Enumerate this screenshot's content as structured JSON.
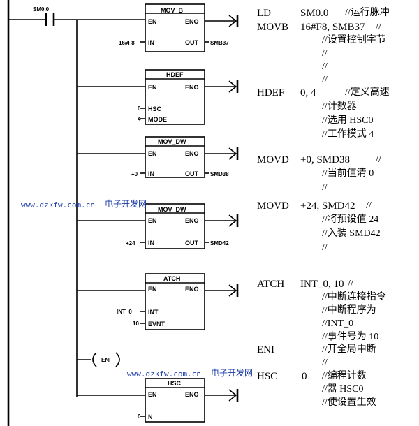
{
  "contact": {
    "label": "SM0.0"
  },
  "coil": {
    "label": "ENI"
  },
  "blocks": [
    {
      "title": "MOV_B",
      "in1": "IN",
      "in2": "",
      "out_label": "OUT",
      "left1": "16#F8",
      "left2": "",
      "right": "SMB37"
    },
    {
      "title": "HDEF",
      "in1": "HSC",
      "in2": "MODE",
      "out_label": "",
      "left1": "0",
      "left2": "4",
      "right": ""
    },
    {
      "title": "MOV_DW",
      "in1": "IN",
      "in2": "",
      "out_label": "OUT",
      "left1": "+0",
      "left2": "",
      "right": "SMD38"
    },
    {
      "title": "MOV_DW",
      "in1": "IN",
      "in2": "",
      "out_label": "OUT",
      "left1": "+24",
      "left2": "",
      "right": "SMD42"
    },
    {
      "title": "ATCH",
      "in1": "INT",
      "in2": "EVNT",
      "out_label": "",
      "left1": "INT_0",
      "left2": "10",
      "right": ""
    },
    {
      "title": "HSC",
      "in1": "N",
      "in2": "",
      "out_label": "",
      "left1": "0",
      "left2": "",
      "right": ""
    }
  ],
  "pins": {
    "en": "EN",
    "eno": "ENO"
  },
  "listing": [
    {
      "mnemonic": "LD",
      "operand": "SM0.0",
      "comments": [
        "//运行脉冲"
      ]
    },
    {
      "mnemonic": "MOVB",
      "operand": "16#F8, SMB37",
      "comments": [
        "//",
        "//设置控制字节",
        "//",
        "//",
        "//"
      ]
    },
    {
      "mnemonic": "HDEF",
      "operand": "0, 4",
      "comments": [
        "//定义高速",
        "//计数器",
        "//选用 HSC0",
        "//工作模式 4"
      ]
    },
    {
      "mnemonic": "MOVD",
      "operand": "+0, SMD38",
      "comments": [
        "//",
        "//当前值清 0",
        "//"
      ]
    },
    {
      "mnemonic": "MOVD",
      "operand": "+24, SMD42",
      "comments": [
        "//",
        "//将预设值 24",
        "//入装 SMD42",
        "//"
      ]
    },
    {
      "mnemonic": "ATCH",
      "operand": "INT_0, 10",
      "comments": [
        "//",
        "//中断连接指令",
        "//中断程序为",
        "//INT_0",
        "//事件号为 10"
      ]
    },
    {
      "mnemonic": "ENI",
      "operand": "",
      "comments": [
        "//开全局中断",
        "//"
      ]
    },
    {
      "mnemonic": "HSC",
      "operand": "0",
      "comments": [
        "//编程计数",
        "//器 HSC0",
        "//使设置生效"
      ]
    }
  ],
  "watermarks": [
    {
      "url": "www.dzkfw.com.cn",
      "name": "电子开发网"
    },
    {
      "url": "www.dzkfw.com.cn",
      "name": "电子开发网"
    }
  ]
}
